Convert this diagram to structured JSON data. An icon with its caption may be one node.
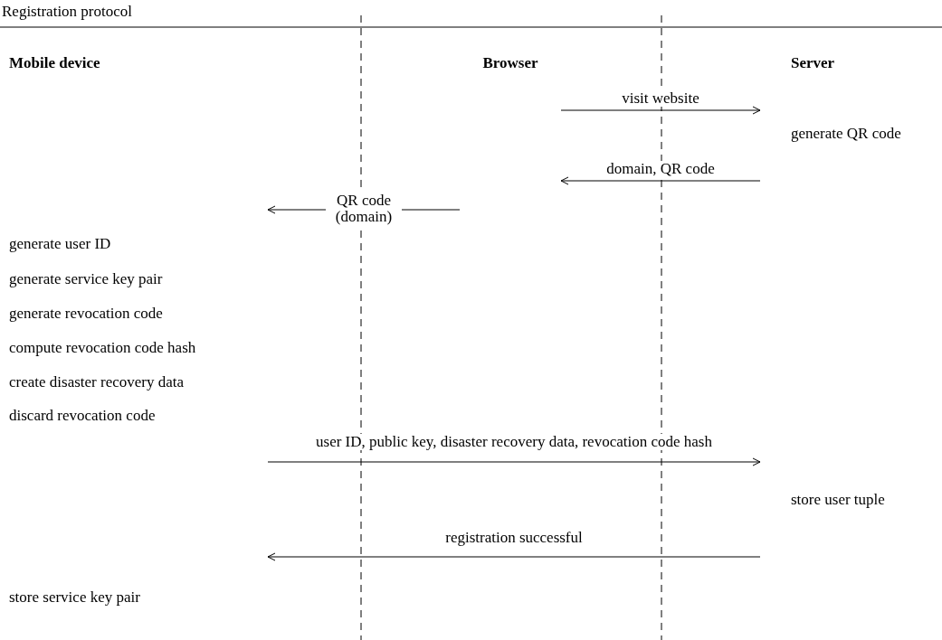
{
  "diagram": {
    "title": "Registration protocol",
    "nodes": [
      {
        "text": [
          "Mobile device"
        ]
      },
      {
        "text": [
          "Browser"
        ]
      },
      {
        "text": [
          "Server"
        ]
      }
    ],
    "edges": [
      {
        "from": 1,
        "to": 2,
        "arrow": "to",
        "label": "visit website"
      },
      {
        "from": 2,
        "to": 1,
        "arrow": "to",
        "label": "domain, QR code"
      },
      {
        "from": 1,
        "to": 0,
        "arrow": "to",
        "label": "QR code (domain)"
      },
      {
        "from": 0,
        "to": 2,
        "arrow": "to",
        "label": "user ID, public key, disaster recovery data, revocation code hash"
      },
      {
        "from": 2,
        "to": 0,
        "arrow": "to",
        "label": "registration successful"
      }
    ],
    "labels": [
      "generate QR code",
      "generate user ID",
      "generate service key pair",
      "generate revocation code",
      "compute revocation code hash",
      "create disaster recovery data",
      "discard revocation code",
      "store user tuple",
      "store service key pair"
    ]
  }
}
